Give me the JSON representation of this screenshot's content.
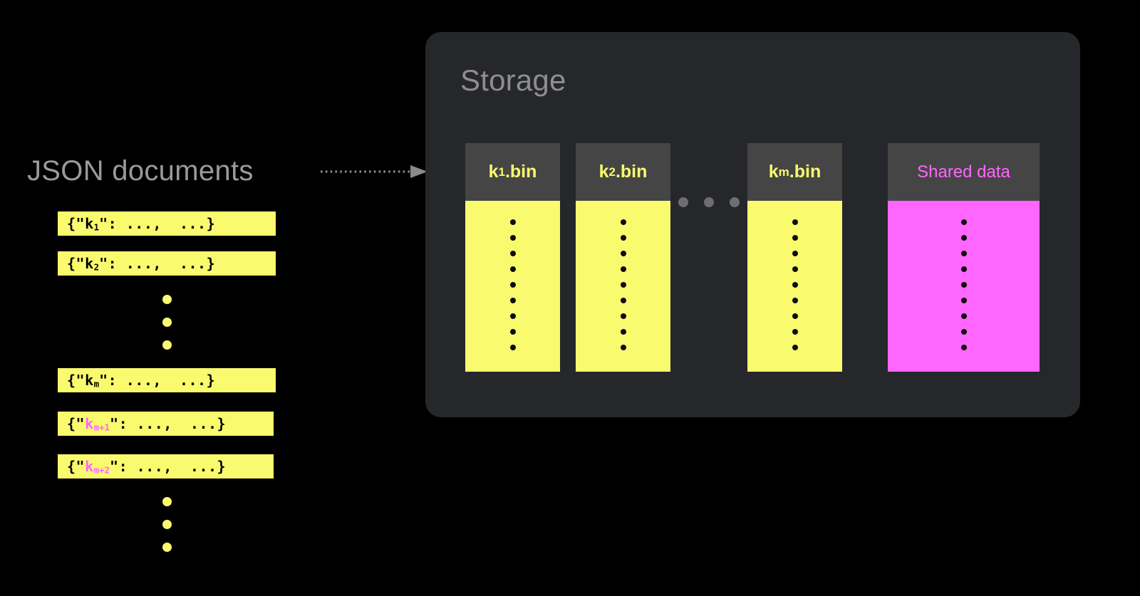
{
  "colors": {
    "background": "#000000",
    "panel": "#26272b",
    "panel_title": "#8e8e8e",
    "bin_header": "#454545",
    "yellow": "#fafa6e",
    "magenta": "#ff66ff",
    "dot_dark": "#0d0d0d",
    "dot_gray": "#6e6e72",
    "arrow": "#8a8a8a",
    "left_title": "#9a9a9a"
  },
  "left": {
    "title": "JSON documents",
    "documents": [
      {
        "prefix": "{\"",
        "key": "k",
        "sub": "1",
        "key_color": "black",
        "suffix": "\": ...,  ...}"
      },
      {
        "prefix": "{\"",
        "key": "k",
        "sub": "2",
        "key_color": "black",
        "suffix": "\": ...,  ...}"
      },
      {
        "prefix": "{\"",
        "key": "k",
        "sub": "m",
        "key_color": "black",
        "suffix": "\": ...,  ...}"
      },
      {
        "prefix": "{\"",
        "key": "k",
        "sub": "m+1",
        "key_color": "magenta",
        "suffix": "\": ...,  ...}"
      },
      {
        "prefix": "{\"",
        "key": "k",
        "sub": "m+2",
        "key_color": "magenta",
        "suffix": "\": ...,  ...}"
      }
    ],
    "ellipsis_dot_count": 3
  },
  "arrow": {
    "style": "dotted",
    "direction": "right",
    "from": "JSON documents",
    "to": "Storage"
  },
  "storage": {
    "title": "Storage",
    "bins": [
      {
        "name": "k",
        "sub": "1",
        "ext": ".bin",
        "label": "k1.bin",
        "fill": "yellow",
        "dot_count": 9
      },
      {
        "name": "k",
        "sub": "2",
        "ext": ".bin",
        "label": "k2.bin",
        "fill": "yellow",
        "dot_count": 9
      },
      {
        "name": "k",
        "sub": "m",
        "ext": ".bin",
        "label": "km.bin",
        "fill": "yellow",
        "dot_count": 9
      }
    ],
    "gap_ellipsis_dot_count": 3,
    "shared": {
      "label": "Shared data",
      "fill": "magenta",
      "dot_count": 9
    }
  }
}
